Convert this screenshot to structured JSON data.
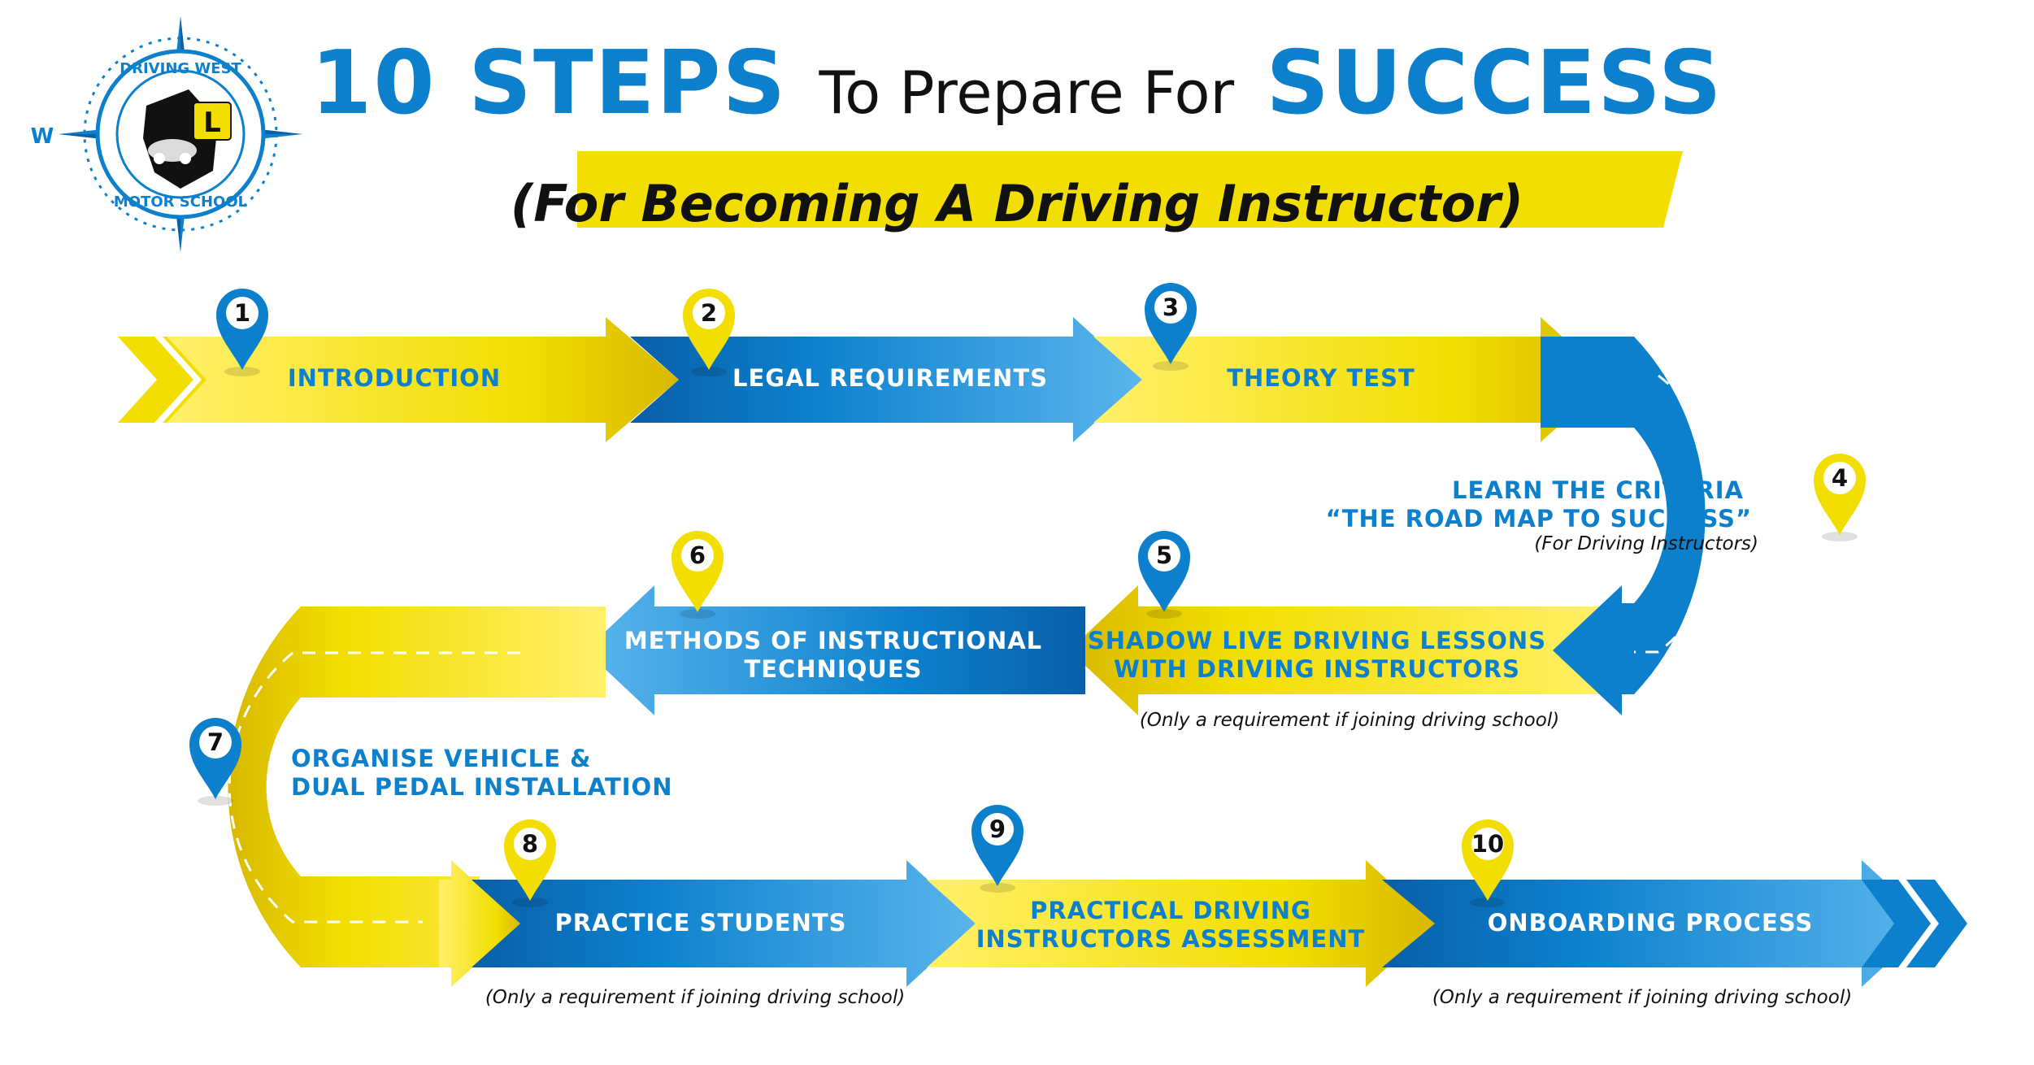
{
  "title": {
    "part1": "10 STEPS",
    "part2": "To Prepare For",
    "part3": "SUCCESS",
    "subtitle": "(For Becoming A Driving Instructor)"
  },
  "logo": {
    "top_text": "DRIVING WEST",
    "bottom_text": "MOTOR SCHOOL",
    "compass_letter": "W",
    "badge_letter": "L"
  },
  "steps": [
    {
      "number": "1",
      "label_line1": "INTRODUCTION",
      "label_line2": ""
    },
    {
      "number": "2",
      "label_line1": "LEGAL REQUIREMENTS",
      "label_line2": ""
    },
    {
      "number": "3",
      "label_line1": "THEORY TEST",
      "label_line2": ""
    },
    {
      "number": "4",
      "label_line1": "LEARN THE CRITERIA",
      "label_line2": "“THE ROAD MAP TO SUCCESS”",
      "note": "(For Driving Instructors)"
    },
    {
      "number": "5",
      "label_line1": "SHADOW LIVE DRIVING LESSONS",
      "label_line2": "WITH DRIVING INSTRUCTORS",
      "note": "(Only a requirement if joining driving school)"
    },
    {
      "number": "6",
      "label_line1": "METHODS OF INSTRUCTIONAL",
      "label_line2": "TECHNIQUES"
    },
    {
      "number": "7",
      "label_line1": "ORGANISE VEHICLE &",
      "label_line2": "DUAL PEDAL INSTALLATION"
    },
    {
      "number": "8",
      "label_line1": "PRACTICE STUDENTS",
      "label_line2": "",
      "note": "(Only a requirement if joining driving school)"
    },
    {
      "number": "9",
      "label_line1": "PRACTICAL DRIVING",
      "label_line2": "INSTRUCTORS ASSESSMENT"
    },
    {
      "number": "10",
      "label_line1": "ONBOARDING PROCESS",
      "label_line2": "",
      "note": "(Only a requirement if joining driving school)"
    }
  ],
  "colors": {
    "blue": "#0c80cd",
    "yellow": "#f2de00",
    "dark": "#111111"
  }
}
